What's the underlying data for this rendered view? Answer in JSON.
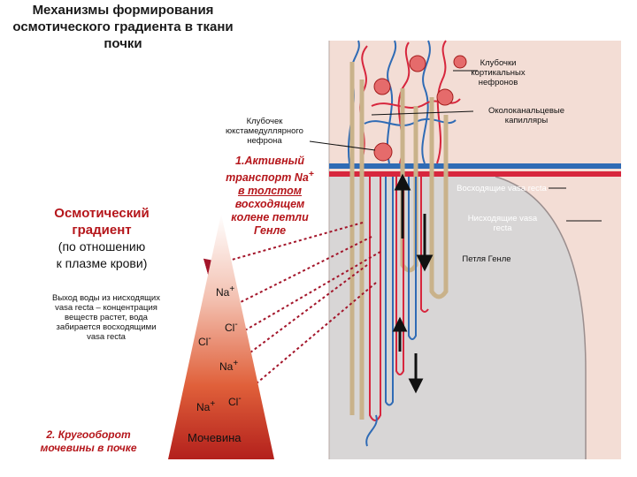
{
  "title": "Механизмы формирования осмотического градиента в ткани почки",
  "labels": {
    "cortical_glomeruli": "Клубочки кортикальных нефронов",
    "peritubular_capillaries": "Околоканальцевые капилляры",
    "juxtamedullary_glomerulus": "Клубочек юкстамедуллярного нефрона",
    "ascending_vasa_recta": "Восходящие vasa recta",
    "descending_vasa_recta": "Нисходящие vasa recta",
    "henle_loop": "Петля Генле"
  },
  "active_transport": {
    "line1": "1.Активный",
    "line2": "транспорт Na",
    "line2_sup": "+",
    "line3": "в толстом",
    "line4": "восходящем",
    "line5": "колене петли",
    "line6": "Генле"
  },
  "gradient": {
    "title1": "Осмотический",
    "title2": "градиент",
    "sub1": "(по отношению",
    "sub2": "к плазме крови)"
  },
  "water_exit": {
    "line1": "Выход воды из нисходящих",
    "line2": "vasa recta – концентрация",
    "line3": "веществ растет, вода",
    "line4": "забирается восходящими",
    "line5": "vasa recta"
  },
  "urea_cycle": {
    "line1": "2. Кругооборот",
    "line2": "мочевины в почке"
  },
  "ions": {
    "na1": "Na",
    "na1_sup": "+",
    "cl1": "Cl",
    "cl1_sup": "-",
    "cl2": "Cl",
    "cl2_sup": "-",
    "na2": "Na",
    "na2_sup": "+",
    "na3": "Na",
    "na3_sup": "+",
    "cl3": "Cl",
    "cl3_sup": "-",
    "urea": "Мочевина"
  },
  "colors": {
    "cortex": "#f3ddd5",
    "medulla": "#d8d6d6",
    "artery_red": "#d7263d",
    "vein_blue": "#2f6bb5",
    "tubule": "#c9b28a",
    "accent_red": "#b5161b",
    "arrow_dots": "#a3152a"
  }
}
